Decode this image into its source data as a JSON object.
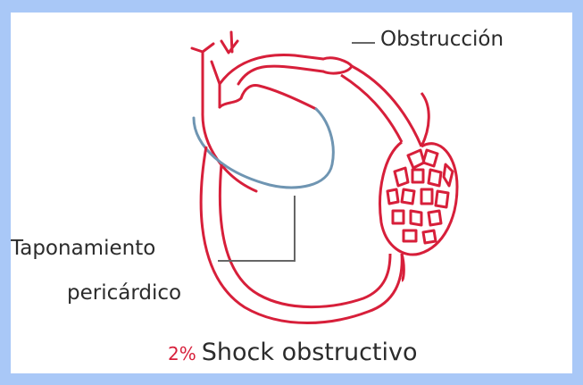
{
  "labels": {
    "obstruction": "Obstrucción",
    "tamponade_line1": "Taponamiento",
    "tamponade_line2": "pericárdico"
  },
  "caption": {
    "percent": "2%",
    "title": "Shock obstructivo"
  },
  "colors": {
    "vessel": "#d71f3a",
    "heart_lower": "#6f95b2",
    "leader": "#666666",
    "text": "#2b2b2b",
    "border": "#a9c8f7"
  }
}
